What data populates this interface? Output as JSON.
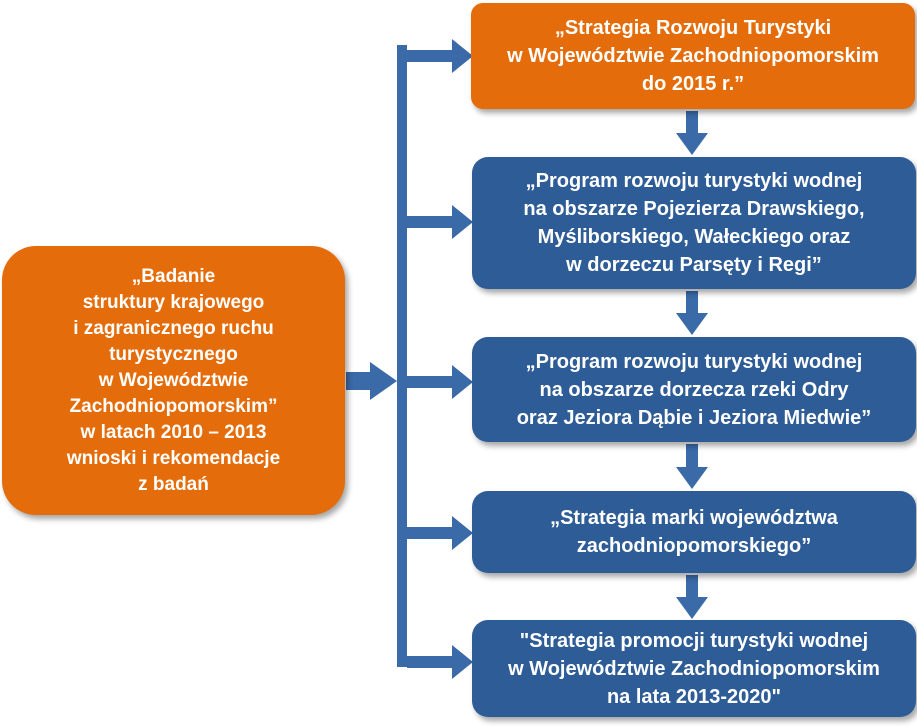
{
  "colors": {
    "orange": "#e46c0a",
    "blue": "#2e5c96",
    "arrow": "#3a6aa8"
  },
  "source_box": {
    "text": "„Badanie\nstruktury krajowego\ni zagranicznego ruchu\nturystycznego\nw Województwie\nZachodniopomorskim”\nw latach 2010 – 2013\nwnioski i rekomendacje\nz badań"
  },
  "targets": [
    {
      "text": "„Strategia  Rozwoju Turystyki\nw Województwie Zachodniopomorskim\ndo 2015 r.”",
      "color": "orange"
    },
    {
      "text": "„Program rozwoju turystyki wodnej\nna obszarze Pojezierza Drawskiego,\nMyśliborskiego, Wałeckiego oraz\nw dorzeczu Parsęty i Regi”",
      "color": "blue"
    },
    {
      "text": "„Program rozwoju turystyki wodnej\nna obszarze dorzecza rzeki Odry\noraz Jeziora Dąbie i Jeziora Miedwie”",
      "color": "blue"
    },
    {
      "text": "„Strategia  marki województwa\nzachodniopomorskiego”",
      "color": "blue"
    },
    {
      "text": "\"Strategia promocji turystyki wodnej\nw Województwie Zachodniopomorskim\nna lata 2013-2020\"",
      "color": "blue"
    }
  ]
}
